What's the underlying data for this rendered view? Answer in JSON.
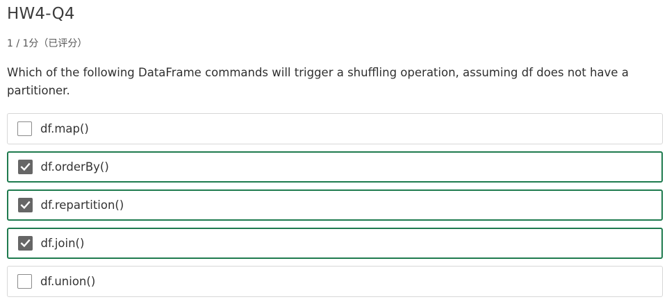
{
  "question": {
    "title": "HW4-Q4",
    "score": "1 / 1分（已评分）",
    "text": "Which of the following DataFrame commands will trigger a shuffling operation, assuming df does not have a partitioner."
  },
  "options": [
    {
      "label": "df.map()",
      "checked": false
    },
    {
      "label": "df.orderBy()",
      "checked": true
    },
    {
      "label": "df.repartition()",
      "checked": true
    },
    {
      "label": "df.join()",
      "checked": true
    },
    {
      "label": "df.union()",
      "checked": false
    }
  ],
  "colors": {
    "selected_border": "#1e7a4e",
    "checked_fill": "#666666",
    "unselected_border": "#d7d7d7"
  },
  "icons": {
    "checked": "checkmark-icon",
    "unchecked": "empty-checkbox-icon"
  }
}
